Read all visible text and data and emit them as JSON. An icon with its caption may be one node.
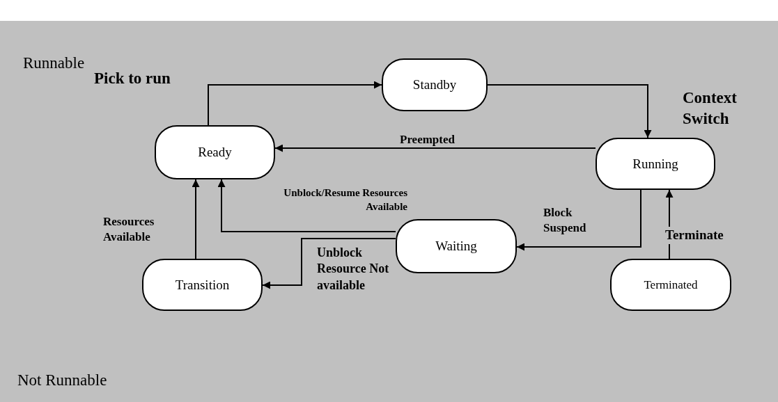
{
  "diagram": {
    "nodes": [
      {
        "text": [
          "Ready"
        ]
      },
      {
        "text": [
          "Standby"
        ]
      },
      {
        "text": [
          "Running"
        ]
      },
      {
        "text": [
          "Waiting"
        ]
      },
      {
        "text": [
          "Transition"
        ]
      },
      {
        "text": [
          "Terminated"
        ]
      }
    ],
    "edges": [
      {
        "from": 0,
        "to": 1,
        "arrow": "to",
        "label": "Pick to run"
      },
      {
        "from": 1,
        "to": 2,
        "arrow": "to",
        "label": "Context Switch"
      },
      {
        "from": 2,
        "to": 0,
        "arrow": "to",
        "label": "Preempted"
      },
      {
        "from": 2,
        "to": 3,
        "arrow": "to",
        "label": "Block Suspend"
      },
      {
        "from": 3,
        "to": 0,
        "arrow": "to",
        "label": "Unblock/Resume Resources Available"
      },
      {
        "from": 3,
        "to": 4,
        "arrow": "to",
        "label": "Unblock Resource Not available"
      },
      {
        "from": 4,
        "to": 0,
        "arrow": "to",
        "label": "Resources Available"
      },
      {
        "from": 5,
        "to": 2,
        "arrow": "to",
        "label": "Terminate"
      }
    ],
    "labels": [
      "Runnable",
      "Not Runnable"
    ]
  }
}
